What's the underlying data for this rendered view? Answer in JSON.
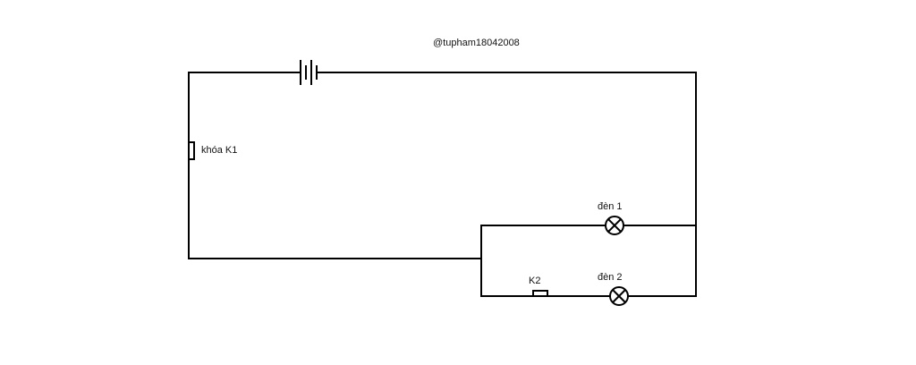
{
  "diagram": {
    "watermark": "@tupham18042008",
    "switch_k1_label": "khóa K1",
    "switch_k2_label": "K2",
    "lamp_1_label": "đèn 1",
    "lamp_2_label": "đèn 2"
  },
  "components": {
    "battery": "battery-icon",
    "switch_k1": "switch-icon",
    "switch_k2": "switch-icon",
    "lamp_1": "lamp-icon",
    "lamp_2": "lamp-icon"
  },
  "colors": {
    "background": "#ffffff",
    "wire": "#000000"
  }
}
